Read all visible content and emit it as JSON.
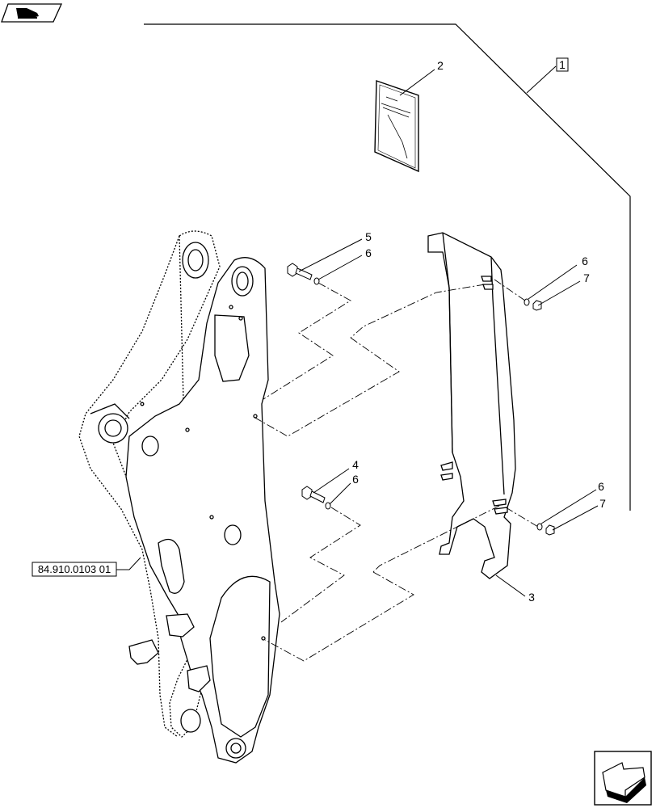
{
  "callouts": {
    "c1": "1",
    "c2": "2",
    "c3": "3",
    "c4": "4",
    "c5": "5",
    "c6a": "6",
    "c6b": "6",
    "c6c": "6",
    "c6d": "6",
    "c7a": "7",
    "c7b": "7"
  },
  "reference_box": "84.910.0103 01",
  "icons": {
    "top_left": "hand-pointing-icon",
    "bottom_right": "next-page-arrow-icon"
  },
  "colors": {
    "line": "#000000",
    "background": "#ffffff"
  }
}
